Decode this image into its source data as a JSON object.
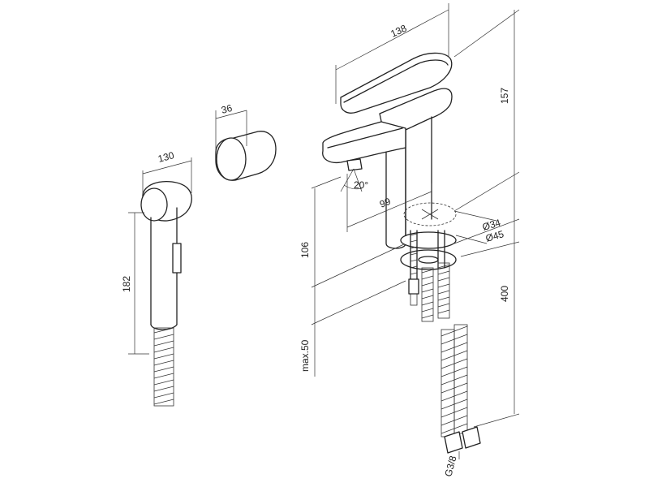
{
  "dimensions": {
    "handshower_width": "130",
    "handshower_length": "182",
    "holder_width": "36",
    "faucet_width": "138",
    "faucet_height": "157",
    "spout_angle": "20°",
    "spout_reach": "99",
    "body_height": "106",
    "deck_thickness": "max.50",
    "hose_length": "400",
    "hole_diameter_small": "Ø34",
    "hole_diameter_large": "Ø45",
    "connection_thread": "G3/8"
  }
}
